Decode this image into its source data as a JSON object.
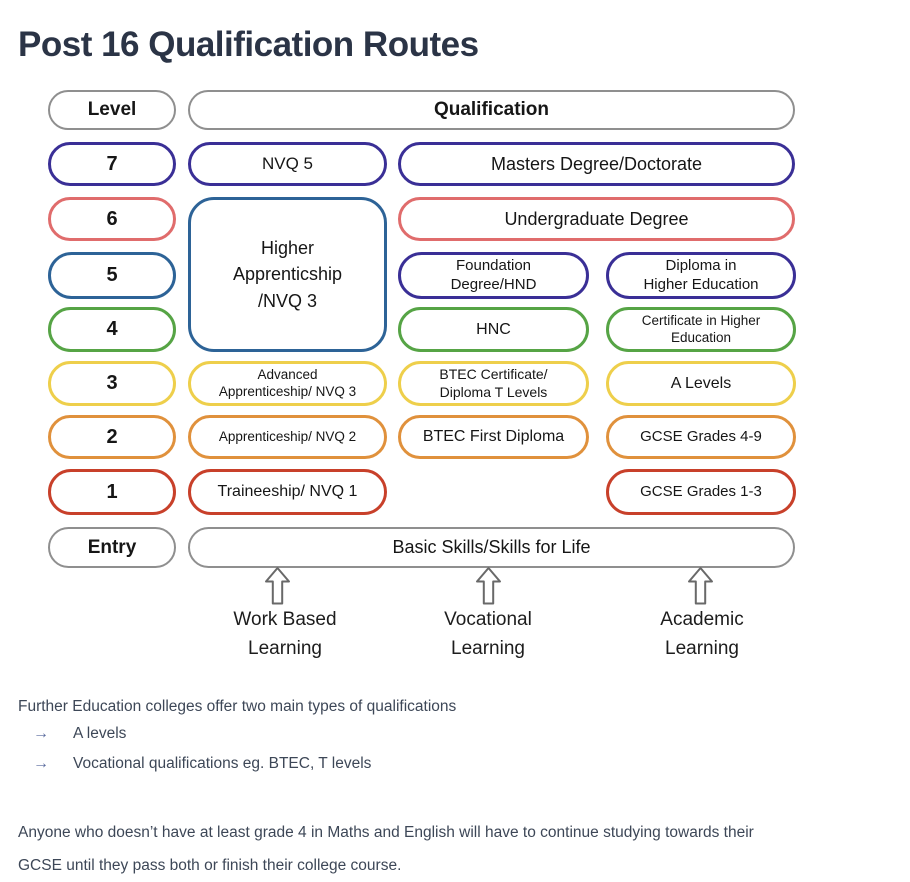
{
  "title": "Post 16 Qualification Routes",
  "colors": {
    "indigo": "#3a2f96",
    "rose": "#e06c6c",
    "blue": "#2d6397",
    "green": "#56a445",
    "yellow": "#eecf4b",
    "orange": "#e0913c",
    "red": "#c8402a",
    "gray": "#8f8f8f",
    "bullet_arrow": "#5a6b9e"
  },
  "table": {
    "header": {
      "level": "Level",
      "qualification": "Qualification"
    },
    "levels": {
      "l7": "7",
      "l6": "6",
      "l5": "5",
      "l4": "4",
      "l3": "3",
      "l2": "2",
      "l1": "1",
      "entry": "Entry"
    },
    "cells": {
      "nvq5": "NVQ 5",
      "masters": "Masters Degree/Doctorate",
      "undergrad": "Undergraduate Degree",
      "higher_apprenticeship": "Higher\nApprenticship\n/NVQ 3",
      "foundation": "Foundation\nDegree/HND",
      "diploma_he": "Diploma in\nHigher Education",
      "hnc": "HNC",
      "cert_he": "Certificate in Higher\nEducation",
      "adv_apprenticeship": "Advanced\nApprenticeship/ NVQ 3",
      "btec_cert": "BTEC Certificate/\nDiploma T Levels",
      "a_levels": "A Levels",
      "apprenticeship2": "Apprenticeship/ NVQ 2",
      "btec_first": "BTEC First Diploma",
      "gcse_4_9": "GCSE Grades 4-9",
      "traineeship": "Traineeship/ NVQ 1",
      "gcse_1_3": "GCSE Grades 1-3",
      "basic_skills": "Basic Skills/Skills for Life"
    }
  },
  "pathways": {
    "work": "Work Based\nLearning",
    "vocational": "Vocational\nLearning",
    "academic": "Academic\nLearning"
  },
  "notes": {
    "intro": "Further Education colleges offer two main types of qualifications",
    "bullet_icon": "→",
    "bullets": [
      "A levels",
      "Vocational qualifications eg. BTEC, T levels"
    ],
    "footer": "Anyone who doesn’t have at least grade 4 in Maths and English will have to continue studying towards their GCSE until they pass both or finish their college course."
  }
}
